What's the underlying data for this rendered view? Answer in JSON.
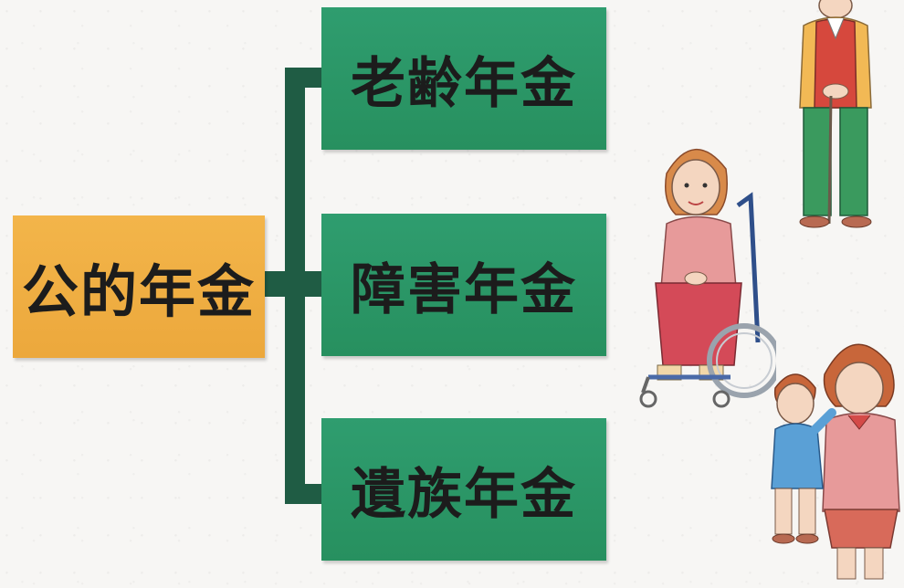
{
  "root": {
    "label": "公的年金"
  },
  "branches": [
    {
      "label": "老齢年金"
    },
    {
      "label": "障害年金"
    },
    {
      "label": "遺族年金"
    }
  ],
  "colors": {
    "root_fill": "#f0b043",
    "branch_fill": "#2c9868",
    "connector": "#1f5c44",
    "text": "#1c1c1c"
  },
  "illustrations": [
    "elderly-man-with-cane",
    "woman-in-wheelchair",
    "child-and-grandmother"
  ]
}
